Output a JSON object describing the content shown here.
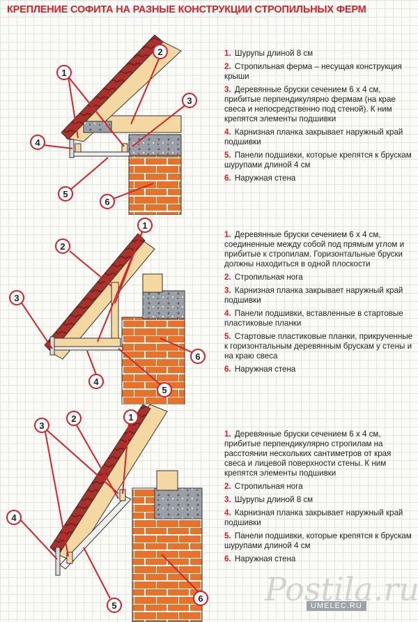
{
  "title": "КРЕПЛЕНИЕ СОФИТА НА РАЗНЫЕ КОНСТРУКЦИИ СТРОПИЛЬНЫХ ФЕРМ",
  "colors": {
    "accent": "#d2232a",
    "wood": "#f3d9a1",
    "brick": "#e8722a",
    "roof_tile": "#a8322b",
    "concrete": "#9aa0a6"
  },
  "diagrams": [
    {
      "badges": [
        "1",
        "2",
        "3",
        "4",
        "5",
        "6"
      ],
      "legend": [
        {
          "num": "1.",
          "text": "Шурупы длиной 8 см"
        },
        {
          "num": "2.",
          "text": "Стропильная ферма – несущая конструкция крыши"
        },
        {
          "num": "3.",
          "text": "Деревянные бруски сечением 6 х 4 см, прибитые перпендикулярно фермам (на крае свеса и непосредственно под стеной). К ним крепятся элементы подшивки"
        },
        {
          "num": "4.",
          "text": "Карнизная планка закрывает наружный край подшивки"
        },
        {
          "num": "5.",
          "text": "Панели подшивки, которые крепятся к брускам шурупами длиной 4 см"
        },
        {
          "num": "6.",
          "text": "Наружная стена"
        }
      ]
    },
    {
      "badges": [
        "1",
        "2",
        "3",
        "4",
        "5",
        "6"
      ],
      "legend": [
        {
          "num": "1.",
          "text": "Деревянные бруски сечением 6 х 4 см, соединенные между собой под прямым углом и прибитые к стропилам. Горизонтальные бруски должны находиться в одной плоскости"
        },
        {
          "num": "2.",
          "text": "Стропильная нога"
        },
        {
          "num": "3.",
          "text": "Карнизная планка закрывает наружный край подшивки"
        },
        {
          "num": "4.",
          "text": "Панели подшивки, вставленные в стартовые пластиковые планки"
        },
        {
          "num": "5.",
          "text": "Стартовые пластиковые планки, прикрученные к горизонтальным деревянным брускам у стены и на краю свеса"
        },
        {
          "num": "6.",
          "text": "Наружная стена"
        }
      ]
    },
    {
      "badges": [
        "1",
        "2",
        "3",
        "4",
        "5",
        "6"
      ],
      "legend": [
        {
          "num": "1.",
          "text": "Деревянные бруски сечением 6 х 4 см, прибитые перпендикулярно стропилам на расстоянии нескольких сантиметров от края свеса и лицевой поверхности стены. К ним крепятся элементы подшивки"
        },
        {
          "num": "2.",
          "text": "Стропильная нога"
        },
        {
          "num": "3.",
          "text": "Шурупы длиной 8 см"
        },
        {
          "num": "4.",
          "text": "Карнизная планка закрывает наружный край подшивки"
        },
        {
          "num": "5.",
          "text": "Панели подшивки, которые крепятся к брускам шурупами длиной 4 см"
        },
        {
          "num": "6.",
          "text": "Наружная стена"
        }
      ]
    }
  ],
  "watermark": {
    "main": "Postila.ru",
    "sub": "UMELEC.RU"
  }
}
